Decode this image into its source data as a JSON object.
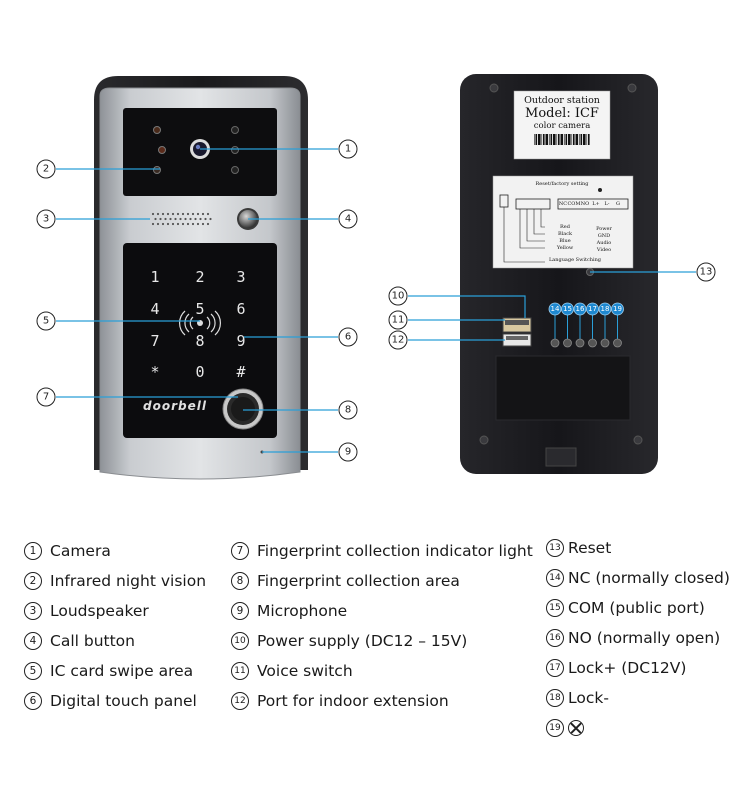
{
  "keypad_keys": [
    "1",
    "2",
    "3",
    "4",
    "5",
    "6",
    "7",
    "8",
    "9",
    "*",
    "0",
    "#"
  ],
  "front_logo": "doorbell",
  "back_label": {
    "line1": "Outdoor station",
    "line2": "Model: ICF",
    "line3": "color camera"
  },
  "back_sticker": {
    "top_text": "Reset/factory setting",
    "wires": [
      "Red",
      "Black",
      "Blue",
      "Yellow"
    ],
    "functions": [
      "Power",
      "GND",
      "Audio",
      "Video"
    ],
    "bottom_text": "Language Switching",
    "switch_labels": [
      "NC",
      "COM",
      "NO",
      "L+",
      "L-",
      "G"
    ]
  },
  "callouts": [
    {
      "n": "1"
    },
    {
      "n": "2"
    },
    {
      "n": "3"
    },
    {
      "n": "4"
    },
    {
      "n": "5"
    },
    {
      "n": "6"
    },
    {
      "n": "7"
    },
    {
      "n": "8"
    },
    {
      "n": "9"
    },
    {
      "n": "10"
    },
    {
      "n": "11"
    },
    {
      "n": "12"
    },
    {
      "n": "13"
    }
  ],
  "terminal_badges": [
    "14",
    "15",
    "16",
    "17",
    "18",
    "19"
  ],
  "legend": {
    "col1": [
      {
        "n": "1",
        "text": "Camera"
      },
      {
        "n": "2",
        "text": "Infrared night vision"
      },
      {
        "n": "3",
        "text": "Loudspeaker"
      },
      {
        "n": "4",
        "text": "Call button"
      },
      {
        "n": "5",
        "text": "IC card swipe area"
      },
      {
        "n": "6",
        "text": "Digital touch panel"
      }
    ],
    "col2": [
      {
        "n": "7",
        "text": "Fingerprint collection indicator light"
      },
      {
        "n": "8",
        "text": "Fingerprint collection area"
      },
      {
        "n": "9",
        "text": "Microphone"
      },
      {
        "n": "10",
        "text": "Power supply (DC12 – 15V)"
      },
      {
        "n": "11",
        "text": "Voice switch"
      },
      {
        "n": "12",
        "text": "Port for indoor extension"
      }
    ],
    "col3": [
      {
        "n": "13",
        "text": "Reset"
      },
      {
        "n": "14",
        "text": "NC (normally closed)"
      },
      {
        "n": "15",
        "text": "COM (public port)"
      },
      {
        "n": "16",
        "text": "NO (normally open)"
      },
      {
        "n": "17",
        "text": "Lock+ (DC12V)"
      },
      {
        "n": "18",
        "text": "Lock-"
      },
      {
        "n": "19",
        "text": "",
        "icon": "circled-x-icon"
      }
    ]
  },
  "colors": {
    "accent_line": "#2a9fd8",
    "badge_blue": "#1e88d0",
    "panel_black": "#111111",
    "housing_dark": "#1c1c1e",
    "brushed_steel": "#b9bcc0"
  }
}
